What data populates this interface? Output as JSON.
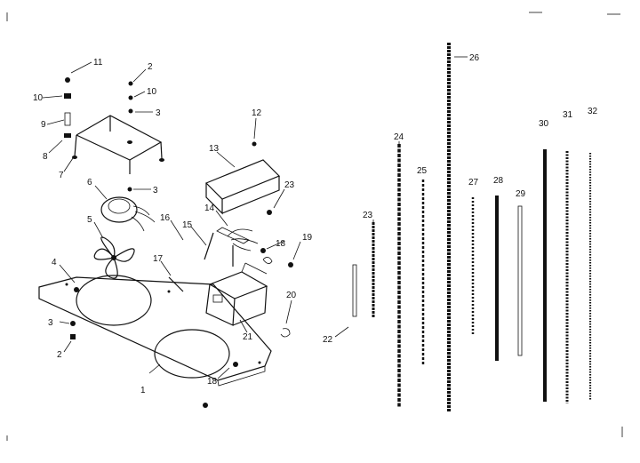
{
  "diagram": {
    "callouts": {
      "c1": "1",
      "c2a": "2",
      "c2b": "2",
      "c3a": "3",
      "c3b": "3",
      "c3c": "3",
      "c4": "4",
      "c5": "5",
      "c6": "6",
      "c7": "7",
      "c8": "8",
      "c9": "9",
      "c10a": "10",
      "c10b": "10",
      "c11": "11",
      "c12": "12",
      "c13": "13",
      "c14": "14",
      "c15": "15",
      "c16": "16",
      "c17": "17",
      "c18a": "18",
      "c18b": "18",
      "c19": "19",
      "c20": "20",
      "c21": "21",
      "c22": "22",
      "c23a": "23",
      "c23b": "23",
      "c24": "24",
      "c25": "25",
      "c26": "26",
      "c27": "27",
      "c28": "28",
      "c29": "29",
      "c30": "30",
      "c31": "31",
      "c32": "32"
    }
  }
}
